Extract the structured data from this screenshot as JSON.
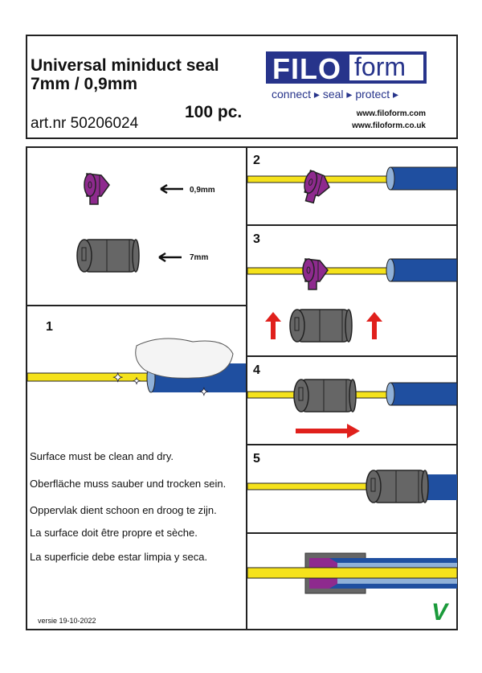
{
  "header": {
    "title_line1": "Universal miniduct seal",
    "title_line2": "7mm / 0,9mm",
    "article_number": "art.nr 50206024",
    "quantity": "100 pc.",
    "logo": {
      "part1": "FILO",
      "part2": "form"
    },
    "tagline": "connect ▸ seal ▸ protect ▸",
    "urls": [
      "www.filoform.com",
      "www.filoform.co.uk"
    ]
  },
  "parts": {
    "small_seal_label": "0,9mm",
    "large_seal_label": "7mm"
  },
  "steps": {
    "s1": "1",
    "s2": "2",
    "s3": "3",
    "s4": "4",
    "s5": "5"
  },
  "instructions": [
    "Surface must be clean and dry.",
    "Oberfläche muss sauber und trocken sein.",
    "Oppervlak dient schoon en droog te zijn.",
    "La surface doit être propre et sèche.",
    "La superficie debe estar limpia y seca."
  ],
  "version": "versie 19-10-2022",
  "check_mark": "V",
  "colors": {
    "brand": "#27348b",
    "seal_small": "#8e2a8e",
    "seal_large": "#666666",
    "duct": "#1f4fa0",
    "fiber": "#f5e21b",
    "arrow": "#e0201c",
    "check": "#1a9a3a"
  }
}
